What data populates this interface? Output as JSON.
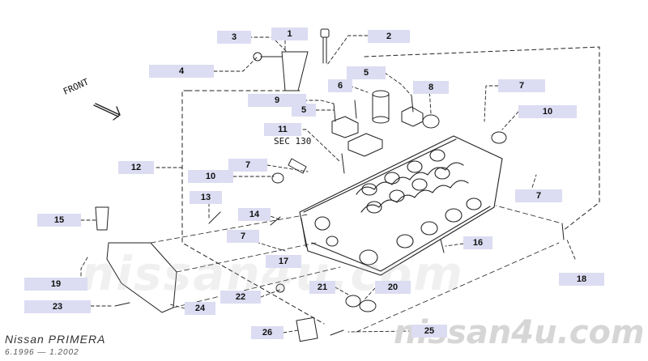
{
  "diagram": {
    "front_label": "FRONT",
    "section_label": "SEC 130",
    "watermark_center": "nissan4u.com",
    "watermark_corner": "nissan4u.com",
    "model_name": "Nissan PRIMERA",
    "model_years": "6.1996 — 1.2002"
  },
  "callouts": [
    {
      "id": "c1",
      "label": "1"
    },
    {
      "id": "c2",
      "label": "2"
    },
    {
      "id": "c3",
      "label": "3"
    },
    {
      "id": "c4",
      "label": "4"
    },
    {
      "id": "c5a",
      "label": "5"
    },
    {
      "id": "c6",
      "label": "6"
    },
    {
      "id": "c8",
      "label": "8"
    },
    {
      "id": "c7a",
      "label": "7"
    },
    {
      "id": "c9",
      "label": "9"
    },
    {
      "id": "c5b",
      "label": "5"
    },
    {
      "id": "c10a",
      "label": "10"
    },
    {
      "id": "c11",
      "label": "11"
    },
    {
      "id": "c12",
      "label": "12"
    },
    {
      "id": "c7b",
      "label": "7"
    },
    {
      "id": "c10b",
      "label": "10"
    },
    {
      "id": "c7c",
      "label": "7"
    },
    {
      "id": "c13",
      "label": "13"
    },
    {
      "id": "c14",
      "label": "14"
    },
    {
      "id": "c15",
      "label": "15"
    },
    {
      "id": "c7d",
      "label": "7"
    },
    {
      "id": "c16",
      "label": "16"
    },
    {
      "id": "c17",
      "label": "17"
    },
    {
      "id": "c18",
      "label": "18"
    },
    {
      "id": "c19",
      "label": "19"
    },
    {
      "id": "c21",
      "label": "21"
    },
    {
      "id": "c20",
      "label": "20"
    },
    {
      "id": "c22",
      "label": "22"
    },
    {
      "id": "c23",
      "label": "23"
    },
    {
      "id": "c24",
      "label": "24"
    },
    {
      "id": "c25",
      "label": "25"
    },
    {
      "id": "c26",
      "label": "26"
    }
  ]
}
